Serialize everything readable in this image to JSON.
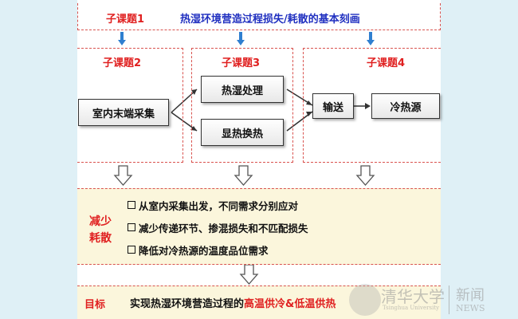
{
  "header": {
    "subtopic1": "子课题1",
    "title": "热湿环境营造过程损失/耗散的基本刻画"
  },
  "subtopics": {
    "s2": "子课题2",
    "s3": "子课题3",
    "s4": "子课题4"
  },
  "boxes": {
    "indoor": "室内末端采集",
    "heat_moist": "热湿处理",
    "sensible": "显热换热",
    "transport": "输送",
    "source": "冷热源"
  },
  "reduce": {
    "label_line1": "减少",
    "label_line2": "耗散",
    "bullets": [
      "从室内采集出发，不同需求分别应对",
      "减少传递环节、掺混损失和不匹配损失",
      "降低对冷热源的温度品位需求"
    ]
  },
  "goal": {
    "label": "目标",
    "text": "实现热湿环境营造过程的",
    "highlight": "高温供冷&低温供热"
  },
  "watermark": {
    "text": "清华大学",
    "sub": "Tsinghua University",
    "news_cn": "新闻",
    "news_en": "NEWS"
  },
  "colors": {
    "red": "#e02020",
    "blue": "#2030c0",
    "arrow": "#2f7fd0",
    "band": "#fbf6dc"
  }
}
